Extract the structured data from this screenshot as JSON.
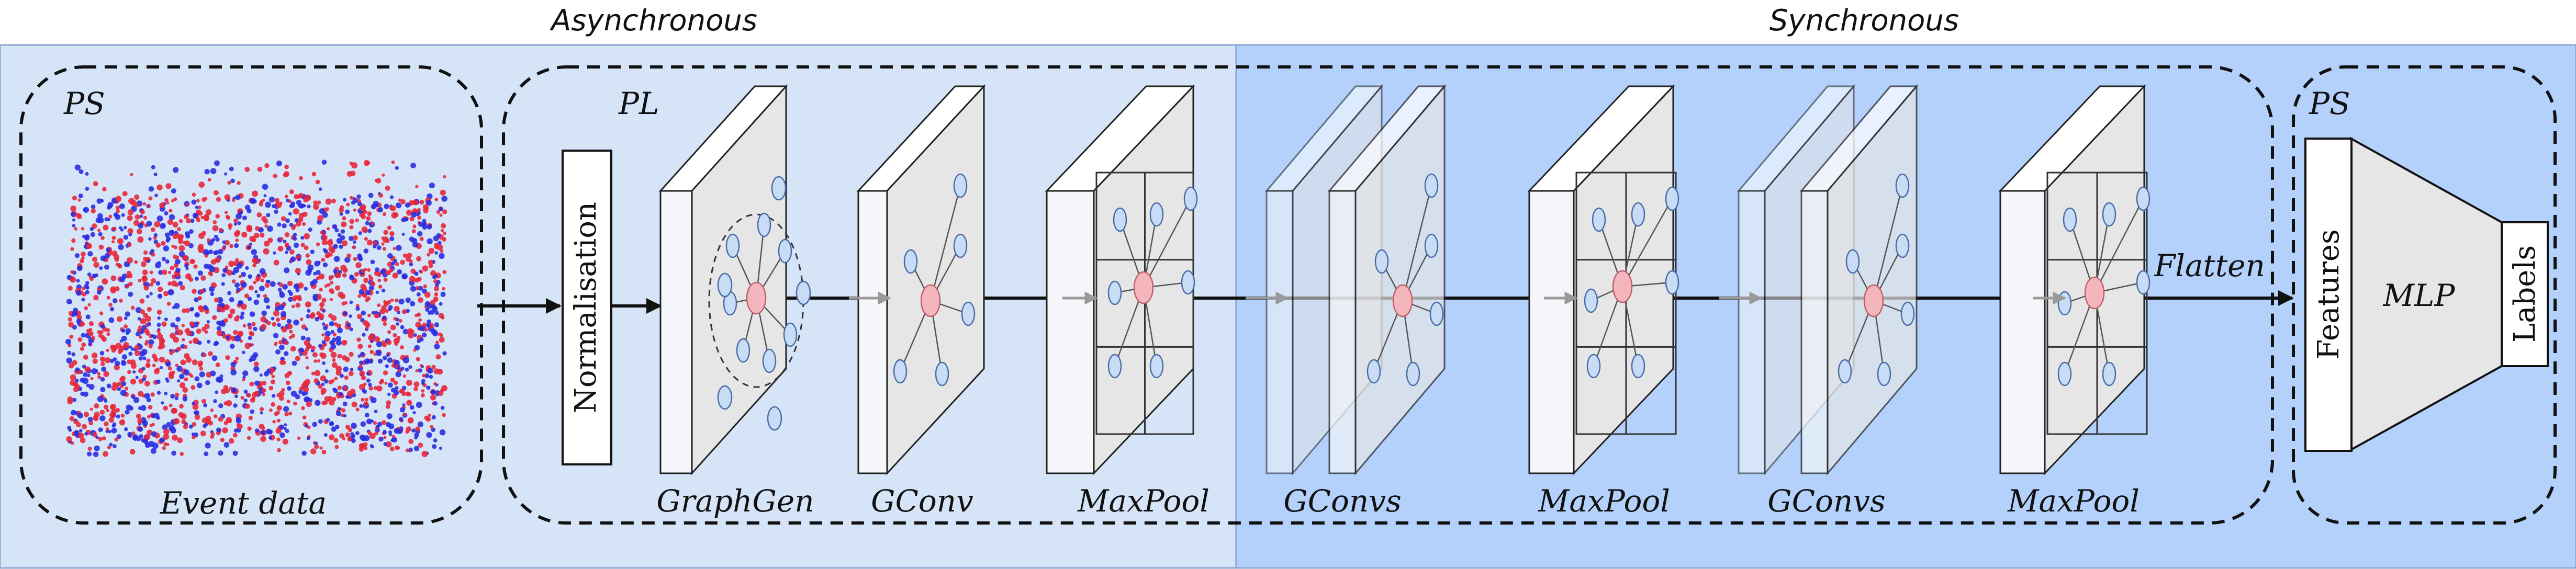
{
  "sections": {
    "asynchronous_label": "Asynchronous",
    "synchronous_label": "Synchronous"
  },
  "groups": {
    "ps_left_label": "PS",
    "pl_label": "PL",
    "ps_right_label": "PS"
  },
  "input": {
    "event_data_label": "Event data"
  },
  "blocks": {
    "normalisation_label": "Normalisation",
    "graphgen_label": "GraphGen",
    "gconv_label": "GConv",
    "maxpool1_label": "MaxPool",
    "gconvs1_label": "GConvs",
    "maxpool2_label": "MaxPool",
    "gconvs2_label": "GConvs",
    "maxpool3_label": "MaxPool",
    "flatten_label": "Flatten",
    "features_label": "Features",
    "mlp_label": "MLP",
    "labels_label": "Labels"
  },
  "colors": {
    "async_bg": "#d6e4f7",
    "sync_bg": "#b3d1fb",
    "event_red": "#e8283b",
    "event_blue": "#2a2ee0",
    "node_fill": "#c9dcf5",
    "center_node_fill": "#f3b6bd",
    "slab_face": "#e6e6e6"
  }
}
